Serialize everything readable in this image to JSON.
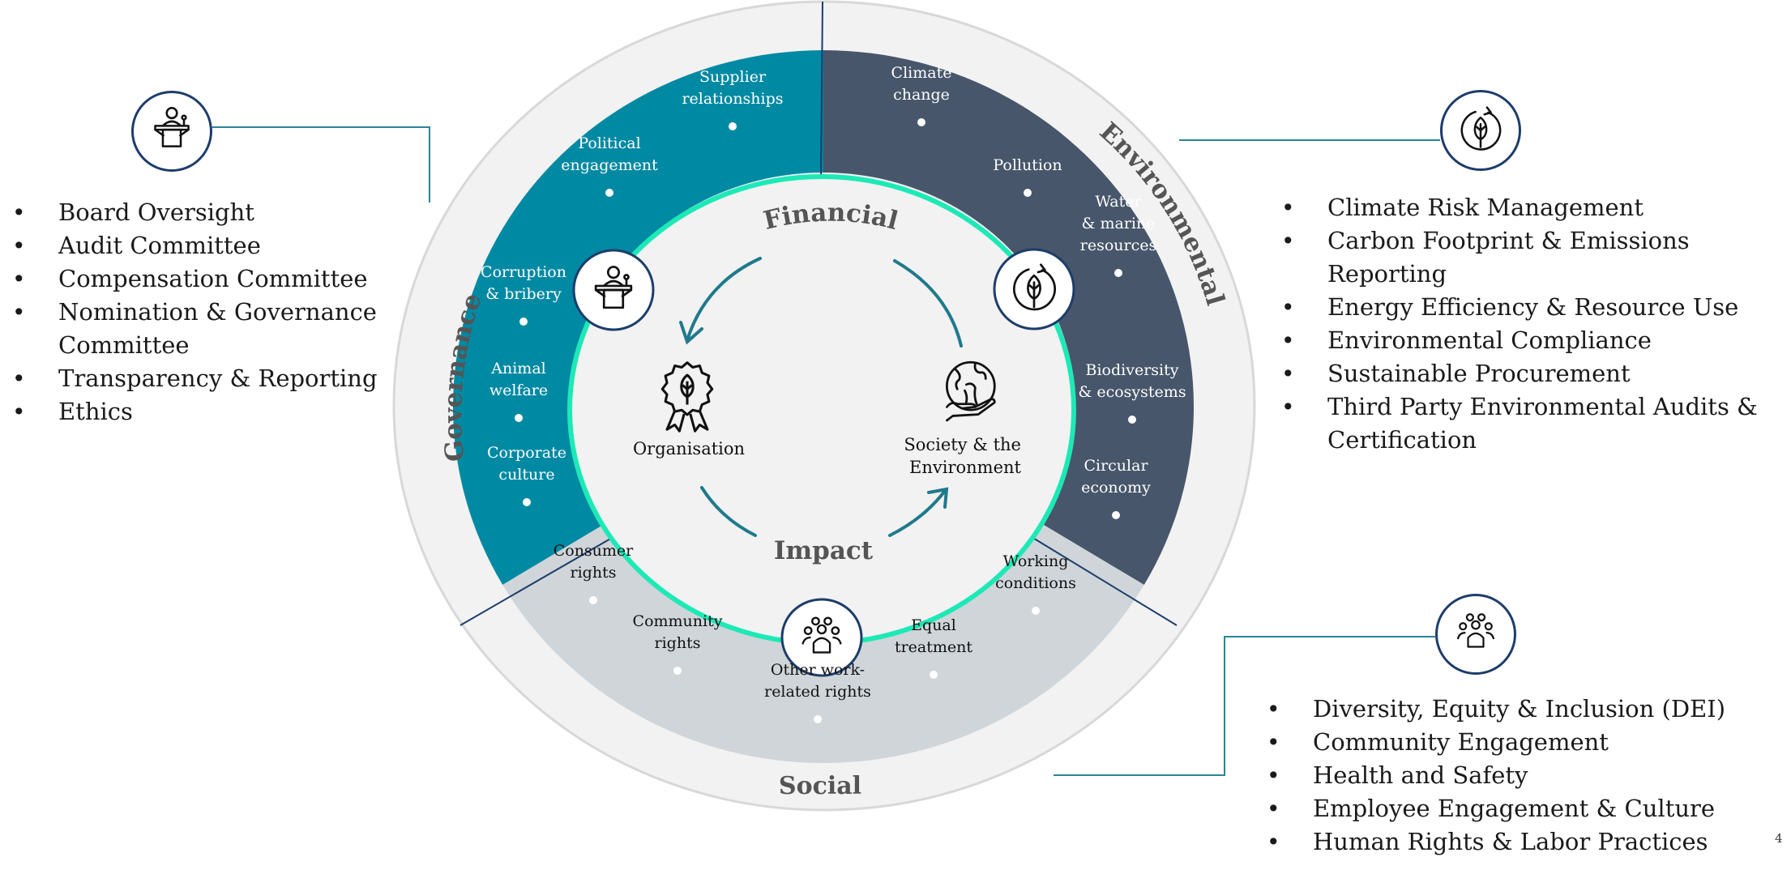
{
  "center": {
    "top_label": "Financial",
    "bottom_label": "Impact",
    "left_label": "Organisation",
    "right_label_lines": [
      "Society & the",
      "Environment"
    ]
  },
  "segments": {
    "governance": {
      "label": "Governance",
      "color": "#0089a3",
      "topics": [
        {
          "lines": [
            "Supplier",
            "relationships"
          ]
        },
        {
          "lines": [
            "Political",
            "engagement"
          ]
        },
        {
          "lines": [
            "Corruption",
            "& bribery"
          ]
        },
        {
          "lines": [
            "Animal",
            "welfare"
          ]
        },
        {
          "lines": [
            "Corporate",
            "culture"
          ]
        }
      ]
    },
    "environmental": {
      "label": "Environmental",
      "color": "#47566b",
      "topics": [
        {
          "lines": [
            "Climate",
            "change"
          ]
        },
        {
          "lines": [
            "Pollution"
          ]
        },
        {
          "lines": [
            "Water",
            "& marine",
            "resources"
          ]
        },
        {
          "lines": [
            "Biodiversity",
            "& ecosystems"
          ]
        },
        {
          "lines": [
            "Circular",
            "economy"
          ]
        }
      ]
    },
    "social": {
      "label": "Social",
      "color": "#cfd5d9",
      "topics": [
        {
          "lines": [
            "Consumer",
            "rights"
          ]
        },
        {
          "lines": [
            "Community",
            "rights"
          ]
        },
        {
          "lines": [
            "Other work-",
            "related rights"
          ]
        },
        {
          "lines": [
            "Equal",
            "treatment"
          ]
        },
        {
          "lines": [
            "Working",
            "conditions"
          ]
        }
      ]
    }
  },
  "panels": {
    "governance": {
      "icon": "podium-speaker-icon",
      "items": [
        "Board Oversight",
        "Audit Committee",
        "Compensation Committee",
        "Nomination & Governance Committee",
        "Transparency & Reporting",
        "Ethics"
      ]
    },
    "environmental": {
      "icon": "leaf-cycle-icon",
      "items": [
        "Climate Risk Management",
        "Carbon Footprint & Emissions Reporting",
        "Energy Efficiency & Resource Use",
        "Environmental Compliance",
        "Sustainable Procurement",
        "Third Party Environmental Audits & Certification"
      ]
    },
    "social": {
      "icon": "people-group-icon",
      "items": [
        "Diversity, Equity & Inclusion (DEI)",
        "Community Engagement",
        "Health and Safety",
        "Employee Engagement & Culture",
        "Human Rights & Labor Practices"
      ]
    }
  },
  "colors": {
    "accent_ring": "#1de9b6",
    "arrow": "#1f7a8c",
    "icon_border": "#1d3d6b",
    "outer_ring": "#f2f2f2",
    "label_gray": "#555555"
  },
  "page_number": "4"
}
